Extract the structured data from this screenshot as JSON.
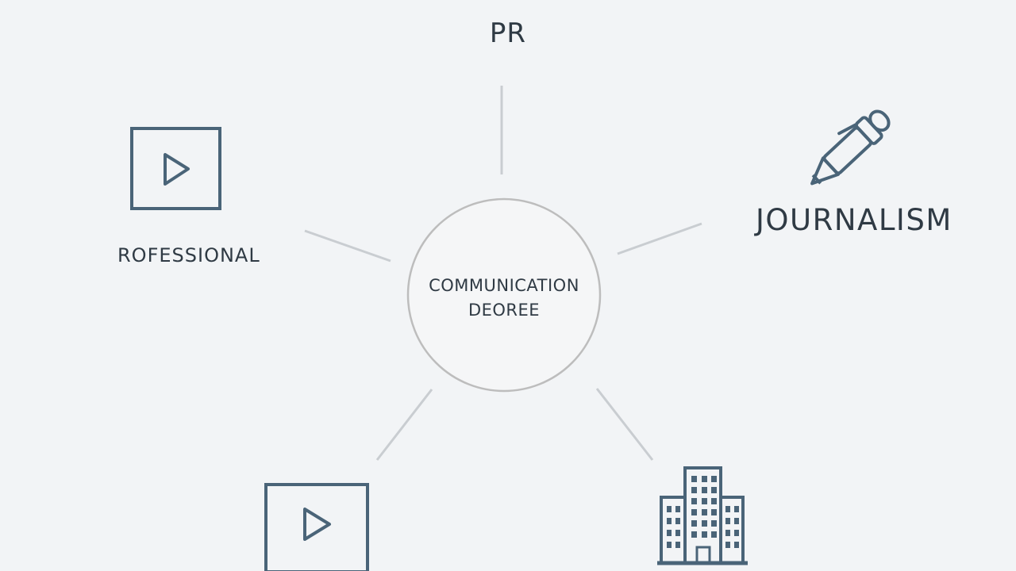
{
  "diagram": {
    "center": {
      "line1": "COMMUNICATION",
      "line2": "DEOREE"
    },
    "nodes": {
      "top": {
        "label": "PR"
      },
      "right": {
        "label": "JOURNALISM",
        "icon": "pen-icon"
      },
      "left": {
        "label": "ROFESSIONAL",
        "icon": "play-video-icon"
      },
      "bottom_left": {
        "icon": "play-video-icon"
      },
      "bottom_right": {
        "icon": "office-building-icon"
      }
    },
    "colors": {
      "background": "#f2f4f6",
      "icon_stroke": "#4a6478",
      "connector": "#c9cdd1",
      "circle_stroke": "#bdbdbd",
      "text": "#2f3a44"
    }
  }
}
